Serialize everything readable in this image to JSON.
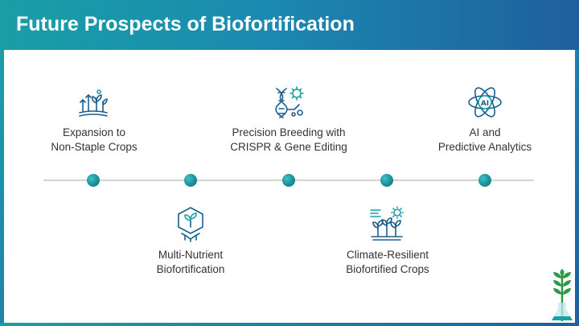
{
  "header": {
    "title": "Future Prospects of Biofortification"
  },
  "items": [
    {
      "line1": "Expansion to",
      "line2": "Non-Staple Crops",
      "icon": "crop-expansion-icon"
    },
    {
      "line1": "Multi-Nutrient",
      "line2": "Biofortification",
      "icon": "nutrient-plant-icon"
    },
    {
      "line1": "Precision Breeding with",
      "line2": "CRISPR & Gene Editing",
      "icon": "dna-gear-icon"
    },
    {
      "line1": "Climate-Resilient",
      "line2": "Biofortified Crops",
      "icon": "plants-sun-icon"
    },
    {
      "line1": "AI and",
      "line2": "Predictive Analytics",
      "icon": "ai-atom-icon"
    }
  ],
  "brand": {
    "logo": "wheat-flask-logo",
    "accent": "#1b8f97",
    "header_start": "#1a9fa6",
    "header_end": "#1f5f9e"
  }
}
